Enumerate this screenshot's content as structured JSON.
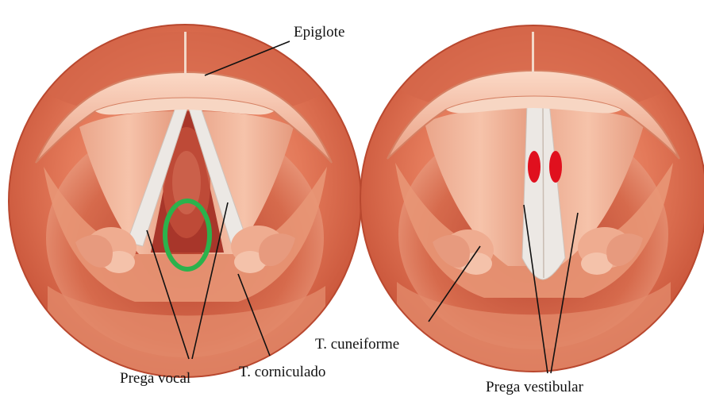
{
  "labels": {
    "epiglote": "Epiglote",
    "prega_vocal": "Prega vocal",
    "t_corniculado": "T. corniculado",
    "t_cuneiforme": "T. cuneiforme",
    "prega_vestibular": "Prega vestibular"
  },
  "colors": {
    "tissue_dark": "#c8573c",
    "tissue_mid": "#e07e5e",
    "tissue_light": "#f2b69a",
    "epiglottis": "#f7cdb4",
    "cord_white": "#ece8e4",
    "highlight_ring": "#2bb24c",
    "marker_red": "#e0101e",
    "leader_line": "#111111"
  }
}
